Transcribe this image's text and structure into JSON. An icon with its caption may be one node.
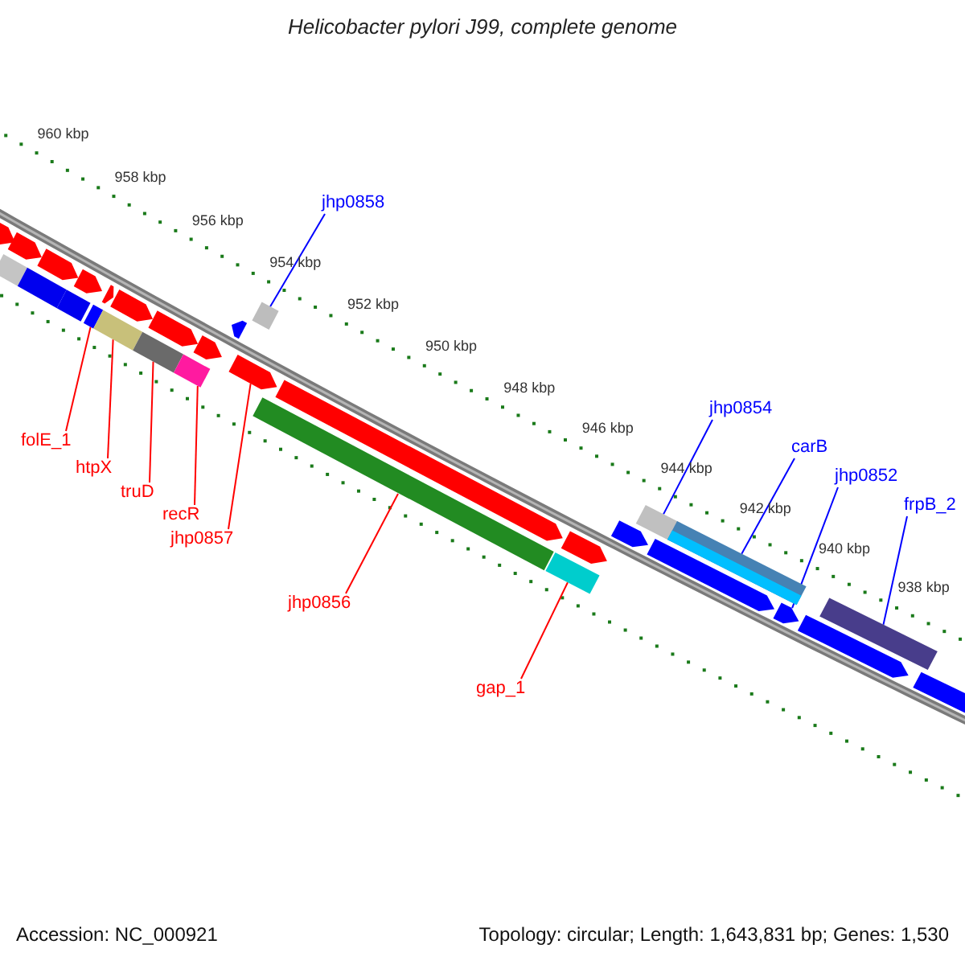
{
  "diagram": {
    "title": "Helicobacter pylori J99, complete genome",
    "nodes": [
      {
        "text": [
          "jhp0858"
        ]
      },
      {
        "text": [
          "folE_1"
        ]
      },
      {
        "text": [
          "htpX"
        ]
      },
      {
        "text": [
          "truD"
        ]
      },
      {
        "text": [
          "recR"
        ]
      },
      {
        "text": [
          "jhp0857"
        ]
      },
      {
        "text": [
          "jhp0856"
        ]
      },
      {
        "text": [
          "gap_1"
        ]
      },
      {
        "text": [
          "jhp0854"
        ]
      },
      {
        "text": [
          "carB"
        ]
      },
      {
        "text": [
          "jhp0852"
        ]
      },
      {
        "text": [
          "frpB_2"
        ]
      },
      {
        "text": [],
        "shape": "arrow"
      },
      {
        "text": [],
        "shape": "bar"
      },
      {
        "text": [],
        "shape": "arrow"
      },
      {
        "text": [],
        "shape": "bar"
      },
      {
        "text": [],
        "shape": "arrow"
      },
      {
        "text": [],
        "shape": "bar"
      },
      {
        "text": [],
        "shape": "arrow"
      },
      {
        "text": [],
        "shape": "bar"
      },
      {
        "text": [],
        "shape": "arrow"
      },
      {
        "text": [],
        "shape": "bar"
      },
      {
        "text": [],
        "shape": "arrow"
      },
      {
        "text": [],
        "shape": "bar"
      },
      {
        "text": [],
        "shape": "arrow"
      },
      {
        "text": [],
        "shape": "bar"
      },
      {
        "text": [],
        "shape": "arrow"
      },
      {
        "text": [],
        "shape": "arrow"
      },
      {
        "text": [],
        "shape": "bar"
      },
      {
        "text": [],
        "shape": "arrow"
      },
      {
        "text": [],
        "shape": "bar"
      },
      {
        "text": [],
        "shape": "arrow"
      },
      {
        "text": [],
        "shape": "bar"
      },
      {
        "text": [],
        "shape": "arrow"
      },
      {
        "text": [],
        "shape": "arrow"
      },
      {
        "text": [],
        "shape": "bar"
      },
      {
        "text": [],
        "shape": "arrow"
      },
      {
        "text": [],
        "shape": "bar"
      },
      {
        "text": [],
        "shape": "arrow"
      },
      {
        "text": [],
        "shape": "arrow"
      },
      {
        "text": [],
        "shape": "bar"
      },
      {
        "text": [],
        "shape": "arrow"
      }
    ],
    "edges": [
      {
        "from": 0,
        "to": 28,
        "arrow": "none",
        "color": "#0000ff"
      },
      {
        "from": 1,
        "to": 19,
        "arrow": "none"
      },
      {
        "from": 2,
        "to": 21,
        "arrow": "none"
      },
      {
        "from": 3,
        "to": 23,
        "arrow": "none"
      },
      {
        "from": 4,
        "to": 25,
        "arrow": "none"
      },
      {
        "from": 5,
        "to": 29,
        "arrow": "none"
      },
      {
        "from": 6,
        "to": 30,
        "arrow": "none"
      },
      {
        "from": 7,
        "to": 32,
        "arrow": "none"
      },
      {
        "from": 8,
        "to": 35,
        "arrow": "none",
        "color": "#0000ff"
      },
      {
        "from": 9,
        "to": 37,
        "arrow": "none",
        "color": "#0000ff"
      },
      {
        "from": 10,
        "to": 38,
        "arrow": "none",
        "color": "#0000ff"
      },
      {
        "from": 11,
        "to": 40,
        "arrow": "none",
        "color": "#0000ff"
      }
    ],
    "labels": [
      "960 kbp",
      "958 kbp",
      "956 kbp",
      "954 kbp",
      "952 kbp",
      "950 kbp",
      "948 kbp",
      "946 kbp",
      "944 kbp",
      "942 kbp",
      "940 kbp",
      "938 kbp",
      "Accession: NC_000921",
      "Topology: circular; Length: 1,643,831 bp; Genes: 1,530"
    ]
  }
}
